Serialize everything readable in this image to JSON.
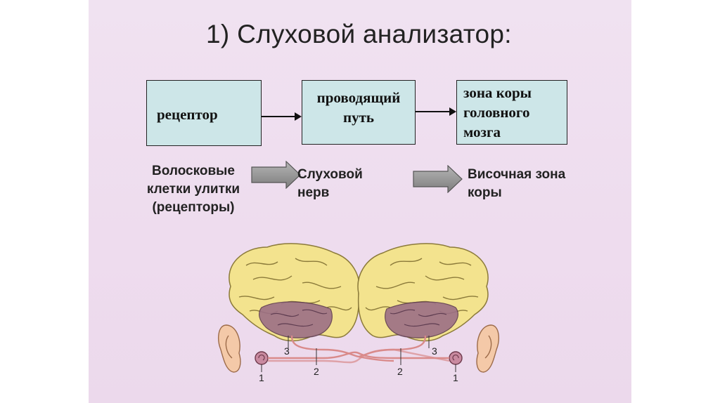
{
  "title": "1) Слуховой анализатор:",
  "boxes": {
    "receptor": "рецептор",
    "pathway_line1": "проводящий",
    "pathway_line2": "путь",
    "cortex_line1": "зона коры",
    "cortex_line2": "головного",
    "cortex_line3": "мозга"
  },
  "captions": {
    "hair_cells_line1": "Волосковые",
    "hair_cells_line2": "клетки улитки",
    "hair_cells_line3": "(рецепторы)",
    "nerve_line1": "Слуховой",
    "nerve_line2": "нерв",
    "temporal_line1": "Височная зона",
    "temporal_line2": "коры"
  },
  "illustration_labels": {
    "left_1": "1",
    "left_2": "2",
    "left_3": "3",
    "right_1": "1",
    "right_2": "2",
    "right_3": "3"
  },
  "colors": {
    "box_fill": "#cde6e8",
    "brain_fill": "#f3e38e",
    "temporal_fill": "#9c6f86",
    "nerve": "#d98a8a"
  }
}
